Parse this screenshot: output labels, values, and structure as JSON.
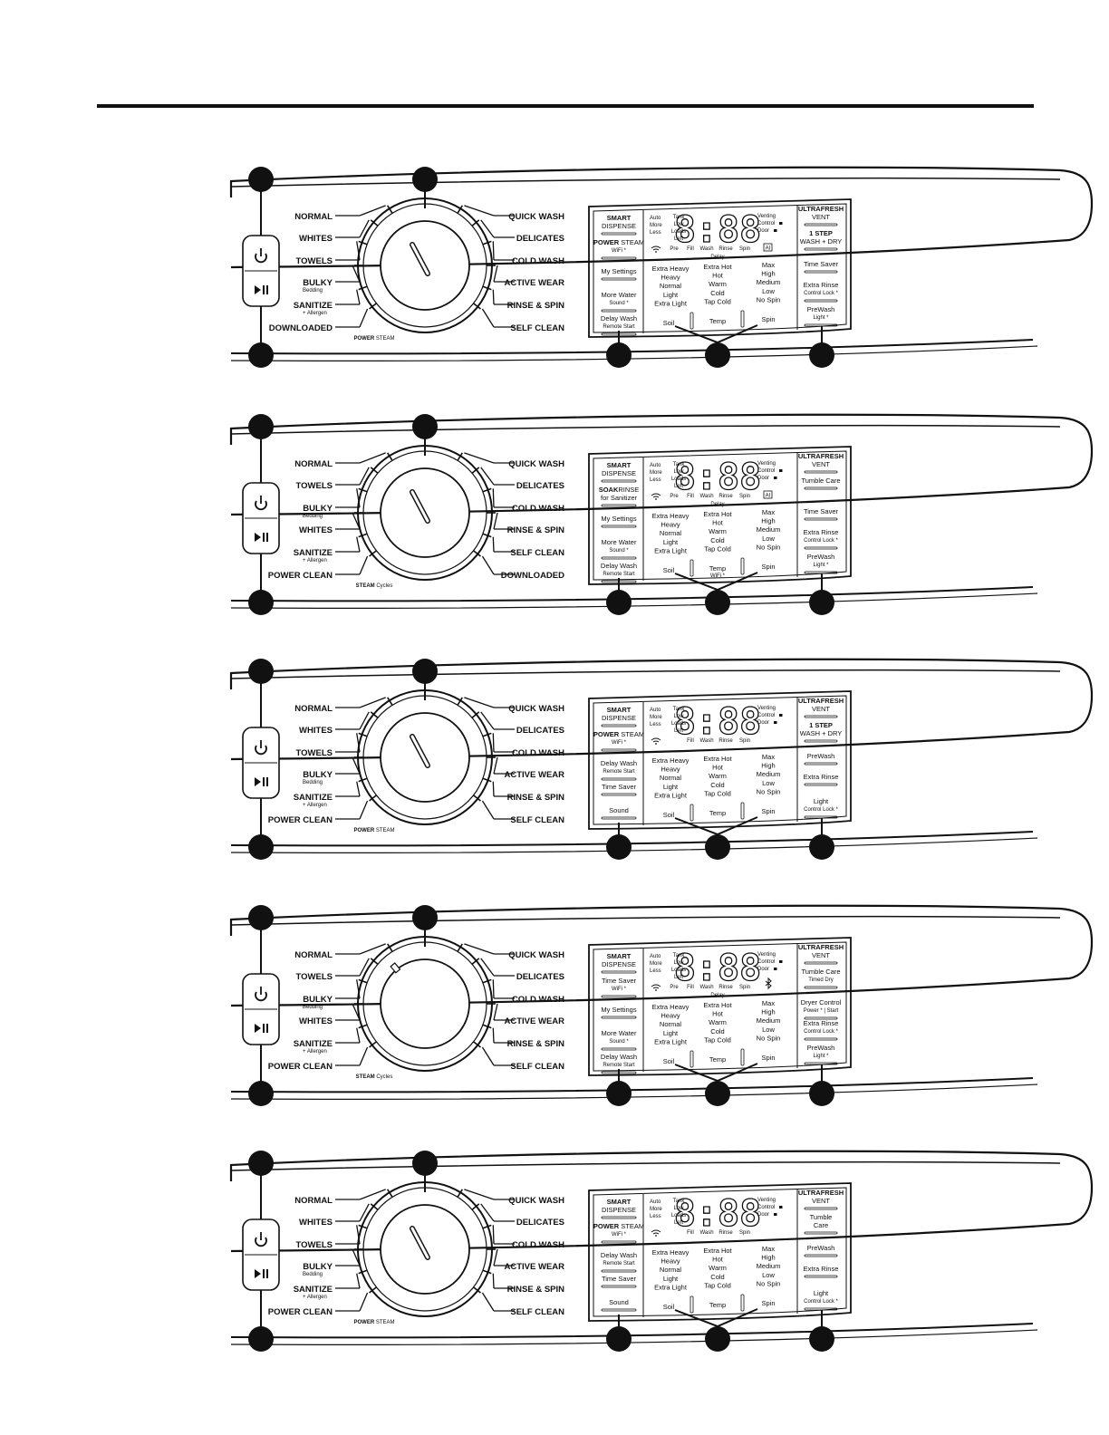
{
  "panels": [
    {
      "left_cycles": [
        {
          "label": "NORMAL"
        },
        {
          "label": "WHITES"
        },
        {
          "label": "TOWELS"
        },
        {
          "label": "BULKY",
          "sub": "Bedding"
        },
        {
          "label": "SANITIZE",
          "sub": "+ Allergen"
        },
        {
          "label": "DOWNLOADED"
        }
      ],
      "right_cycles": [
        "QUICK WASH",
        "DELICATES",
        "COLD WASH",
        "ACTIVE WEAR",
        "RINSE & SPIN",
        "SELF CLEAN"
      ],
      "steam_caption": {
        "a": "POWER",
        "b": "STEAM"
      },
      "left_options": [
        {
          "lines": [
            {
              "b": "SMART"
            },
            {
              "t": "DISPENSE"
            }
          ]
        },
        {
          "lines": [
            {
              "b": "POWER",
              "t": " STEAM"
            },
            {
              "s": "WiFi *"
            }
          ]
        },
        {
          "lines": [
            {
              "t": "My Settings"
            }
          ]
        },
        {
          "lines": [
            {
              "t": "More Water"
            },
            {
              "s": "Sound *"
            }
          ]
        },
        {
          "lines": [
            {
              "t": "Delay Wash"
            },
            {
              "s": "Remote Start"
            }
          ]
        }
      ],
      "right_options": [
        {
          "lines": [
            {
              "b": "ULTRAFRESH"
            },
            {
              "t": "VENT"
            }
          ]
        },
        {
          "lines": [
            {
              "b": "1 STEP"
            },
            {
              "t": "WASH + DRY"
            }
          ]
        },
        {
          "lines": [
            {
              "t": "Time Saver"
            }
          ]
        },
        {
          "lines": [
            {
              "t": "Extra Rinse"
            },
            {
              "s": "Control Lock *"
            }
          ]
        },
        {
          "lines": [
            {
              "t": "PreWash"
            },
            {
              "s": "Light *"
            }
          ]
        }
      ],
      "status_row": [
        "Pre",
        "Fill",
        "Wash",
        "Rinse",
        "Spin"
      ],
      "delay": "Delay",
      "icon": "ai",
      "pointer": 0
    },
    {
      "left_cycles": [
        {
          "label": "NORMAL"
        },
        {
          "label": "TOWELS"
        },
        {
          "label": "BULKY",
          "sub": "Bedding"
        },
        {
          "label": "WHITES"
        },
        {
          "label": "SANITIZE",
          "sub": "+ Allergen"
        },
        {
          "label": "POWER CLEAN"
        }
      ],
      "right_cycles": [
        "QUICK WASH",
        "DELICATES",
        "COLD WASH",
        "RINSE & SPIN",
        "SELF CLEAN",
        "DOWNLOADED"
      ],
      "steam_caption": {
        "a": "STEAM",
        "b": "Cycles"
      },
      "left_options": [
        {
          "lines": [
            {
              "b": "SMART"
            },
            {
              "t": "DISPENSE"
            }
          ]
        },
        {
          "lines": [
            {
              "b": "SOAK",
              "t": "RINSE"
            },
            {
              "t": "for Sanitizer"
            }
          ]
        },
        {
          "lines": [
            {
              "t": "My Settings"
            }
          ]
        },
        {
          "lines": [
            {
              "t": "More Water"
            },
            {
              "s": "Sound *"
            }
          ]
        },
        {
          "lines": [
            {
              "t": "Delay Wash"
            },
            {
              "s": "Remote Start"
            }
          ]
        }
      ],
      "right_options": [
        {
          "lines": [
            {
              "b": "ULTRAFRESH"
            },
            {
              "t": "VENT"
            }
          ]
        },
        {
          "lines": [
            {
              "t": "Tumble Care"
            }
          ]
        },
        {
          "lines": [
            {
              "t": "Time Saver"
            }
          ]
        },
        {
          "lines": [
            {
              "t": "Extra Rinse"
            },
            {
              "s": "Control Lock *"
            }
          ]
        },
        {
          "lines": [
            {
              "t": "PreWash"
            },
            {
              "s": "Light *"
            }
          ]
        }
      ],
      "status_row": [
        "Pre",
        "Fill",
        "Wash",
        "Rinse",
        "Spin"
      ],
      "delay": "Delay",
      "icon": "ai",
      "pointer": 0,
      "temp_sub": "WiFi *"
    },
    {
      "left_cycles": [
        {
          "label": "NORMAL"
        },
        {
          "label": "WHITES"
        },
        {
          "label": "TOWELS"
        },
        {
          "label": "BULKY",
          "sub": "Bedding"
        },
        {
          "label": "SANITIZE",
          "sub": "+ Allergen"
        },
        {
          "label": "POWER CLEAN"
        }
      ],
      "right_cycles": [
        "QUICK WASH",
        "DELICATES",
        "COLD WASH",
        "ACTIVE WEAR",
        "RINSE & SPIN",
        "SELF CLEAN"
      ],
      "steam_caption": {
        "a": "POWER",
        "b": "STEAM"
      },
      "left_options": [
        {
          "lines": [
            {
              "b": "SMART"
            },
            {
              "t": "DISPENSE"
            }
          ]
        },
        {
          "lines": [
            {
              "b": "POWER",
              "t": " STEAM"
            },
            {
              "s": "WiFi *"
            }
          ]
        },
        {
          "lines": [
            {
              "t": "Delay Wash"
            },
            {
              "s": "Remote Start"
            }
          ]
        },
        {
          "lines": [
            {
              "t": "Time Saver"
            }
          ]
        },
        {
          "lines": [
            {
              "t": "Sound"
            }
          ]
        }
      ],
      "right_options": [
        {
          "lines": [
            {
              "b": "ULTRAFRESH"
            },
            {
              "t": "VENT"
            }
          ]
        },
        {
          "lines": [
            {
              "b": "1 STEP"
            },
            {
              "t": "WASH + DRY"
            }
          ]
        },
        {
          "lines": [
            {
              "t": "PreWash"
            }
          ]
        },
        {
          "lines": [
            {
              "t": "Extra Rinse"
            }
          ]
        },
        {
          "lines": [
            {
              "t": "Light"
            },
            {
              "s": "Control Lock *"
            }
          ]
        }
      ],
      "status_row": [
        "Fill",
        "Wash",
        "Rinse",
        "Spin"
      ],
      "delay": "",
      "icon": "",
      "pointer": 0
    },
    {
      "left_cycles": [
        {
          "label": "NORMAL"
        },
        {
          "label": "TOWELS"
        },
        {
          "label": "BULKY",
          "sub": "Bedding"
        },
        {
          "label": "WHITES"
        },
        {
          "label": "SANITIZE",
          "sub": "+ Allergen"
        },
        {
          "label": "POWER CLEAN"
        }
      ],
      "right_cycles": [
        "QUICK WASH",
        "DELICATES",
        "COLD WASH",
        "ACTIVE WEAR",
        "RINSE & SPIN",
        "SELF CLEAN"
      ],
      "steam_caption": {
        "a": "STEAM",
        "b": "Cycles"
      },
      "left_options": [
        {
          "lines": [
            {
              "b": "SMART"
            },
            {
              "t": "DISPENSE"
            }
          ]
        },
        {
          "lines": [
            {
              "t": "Time Saver"
            },
            {
              "s": "WiFi *"
            }
          ]
        },
        {
          "lines": [
            {
              "t": "My Settings"
            }
          ]
        },
        {
          "lines": [
            {
              "t": "More Water"
            },
            {
              "s": "Sound *"
            }
          ]
        },
        {
          "lines": [
            {
              "t": "Delay Wash"
            },
            {
              "s": "Remote Start"
            }
          ]
        }
      ],
      "right_options": [
        {
          "lines": [
            {
              "b": "ULTRAFRESH"
            },
            {
              "t": "VENT"
            }
          ]
        },
        {
          "lines": [
            {
              "t": "Tumble Care"
            },
            {
              "s": "Timed Dry"
            }
          ]
        },
        {
          "lines": [
            {
              "t": "Dryer Control"
            },
            {
              "s": "Power * | Start"
            }
          ]
        },
        {
          "lines": [
            {
              "t": "Extra Rinse"
            },
            {
              "s": "Control Lock *"
            }
          ]
        },
        {
          "lines": [
            {
              "t": "PreWash"
            },
            {
              "s": "Light *"
            }
          ]
        }
      ],
      "status_row": [
        "Pre",
        "Fill",
        "Wash",
        "Rinse",
        "Spin"
      ],
      "delay": "Delay",
      "icon": "bluetooth",
      "pointer": 1
    },
    {
      "left_cycles": [
        {
          "label": "NORMAL"
        },
        {
          "label": "WHITES"
        },
        {
          "label": "TOWELS"
        },
        {
          "label": "BULKY",
          "sub": "Bedding"
        },
        {
          "label": "SANITIZE",
          "sub": "+ Allergen"
        },
        {
          "label": "POWER CLEAN"
        }
      ],
      "right_cycles": [
        "QUICK WASH",
        "DELICATES",
        "COLD WASH",
        "ACTIVE WEAR",
        "RINSE & SPIN",
        "SELF CLEAN"
      ],
      "steam_caption": {
        "a": "POWER",
        "b": "STEAM"
      },
      "left_options": [
        {
          "lines": [
            {
              "b": "SMART"
            },
            {
              "t": "DISPENSE"
            }
          ]
        },
        {
          "lines": [
            {
              "b": "POWER",
              "t": " STEAM"
            },
            {
              "s": "WiFi *"
            }
          ]
        },
        {
          "lines": [
            {
              "t": "Delay Wash"
            },
            {
              "s": "Remote Start"
            }
          ]
        },
        {
          "lines": [
            {
              "t": "Time Saver"
            }
          ]
        },
        {
          "lines": [
            {
              "t": "Sound"
            }
          ]
        }
      ],
      "right_options": [
        {
          "lines": [
            {
              "b": "ULTRAFRESH"
            },
            {
              "t": "VENT"
            }
          ]
        },
        {
          "lines": [
            {
              "t": "Tumble"
            },
            {
              "t": "Care"
            }
          ]
        },
        {
          "lines": [
            {
              "t": "PreWash"
            }
          ]
        },
        {
          "lines": [
            {
              "t": "Extra Rinse"
            }
          ]
        },
        {
          "lines": [
            {
              "t": "Light"
            },
            {
              "s": "Control Lock *"
            }
          ]
        }
      ],
      "status_row": [
        "Fill",
        "Wash",
        "Rinse",
        "Spin"
      ],
      "delay": "",
      "icon": "",
      "pointer": 0
    }
  ],
  "display": {
    "left_col": [
      "Auto",
      "More",
      "Less"
    ],
    "mid_col": [
      "Tank",
      "Low",
      "Loads",
      "Left"
    ],
    "digits": "8:88",
    "venting": [
      "Venting",
      "Control",
      "Door"
    ],
    "soil_levels": [
      "Extra Heavy",
      "Heavy",
      "Normal",
      "Light",
      "Extra Light"
    ],
    "temp_levels": [
      "Extra Hot",
      "Hot",
      "Warm",
      "Cold",
      "Tap Cold"
    ],
    "spin_levels": [
      "Max",
      "High",
      "Medium",
      "Low",
      "No Spin"
    ],
    "soil_label": "Soil",
    "temp_label": "Temp",
    "spin_label": "Spin"
  }
}
